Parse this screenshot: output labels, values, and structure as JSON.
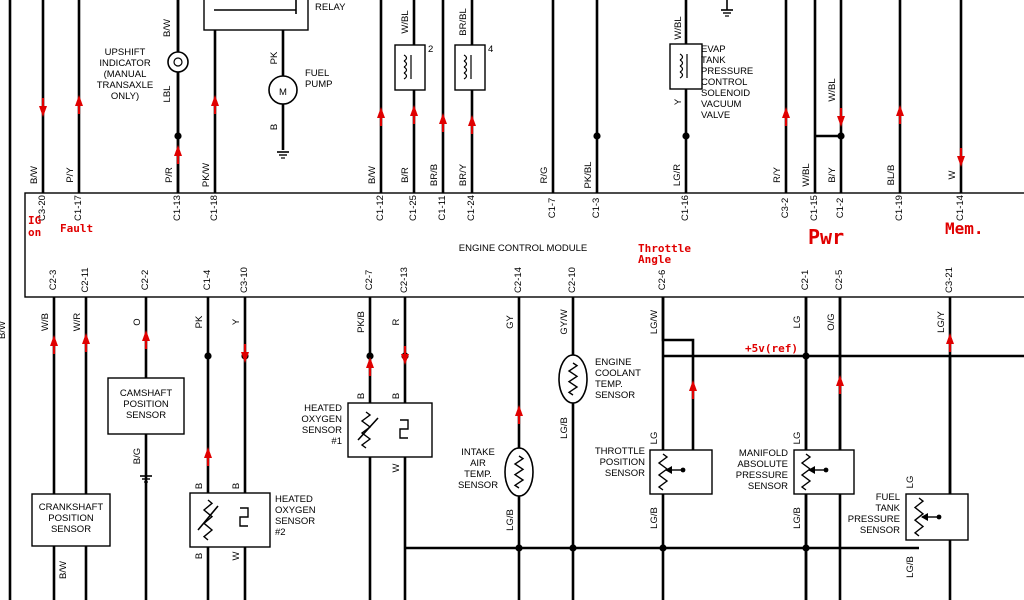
{
  "ecm": {
    "label": "ENGINE CONTROL MODULE"
  },
  "annotations": {
    "ig_on_1": "IG",
    "ig_on_2": "on",
    "fault": "Fault",
    "throttle_1": "Throttle",
    "throttle_2": "Angle",
    "pwr": "Pwr",
    "mem": "Mem.",
    "ref": "+5v(ref)"
  },
  "colors": {
    "annotation": "#e00000",
    "wire": "#000000"
  },
  "top_wires": [
    {
      "pin": "C3-20",
      "color": "B/W"
    },
    {
      "pin": "C1-17",
      "color": "P/Y"
    },
    {
      "pin": "C1-13",
      "color": "P/R"
    },
    {
      "pin": "C1-18",
      "color": "PK/W"
    },
    {
      "pin": "C1-12",
      "color": "B/W"
    },
    {
      "pin": "C1-25",
      "color": "B/R"
    },
    {
      "pin": "C1-11",
      "color": "BR/B"
    },
    {
      "pin": "C1-24",
      "color": "BR/Y"
    },
    {
      "pin": "C1-7",
      "color": "R/G"
    },
    {
      "pin": "C1-3",
      "color": "PK/BL"
    },
    {
      "pin": "C1-16",
      "color": "LG/R"
    },
    {
      "pin": "C3-2",
      "color": "R/Y"
    },
    {
      "pin": "C1-15",
      "color": "W/BL"
    },
    {
      "pin": "C1-2",
      "color": "B/Y"
    },
    {
      "pin": "C1-19",
      "color": "BL/B"
    },
    {
      "pin": "C1-14",
      "color": "W"
    }
  ],
  "bottom_wires": [
    {
      "pin": "C2-3",
      "color": "W/B"
    },
    {
      "pin": "C2-11",
      "color": "W/R"
    },
    {
      "pin": "C2-2",
      "color": "O"
    },
    {
      "pin": "C1-4",
      "color": "PK"
    },
    {
      "pin": "C3-10",
      "color": "Y"
    },
    {
      "pin": "C2-7",
      "color": "PK/B"
    },
    {
      "pin": "C2-13",
      "color": "R"
    },
    {
      "pin": "C2-14",
      "color": "GY"
    },
    {
      "pin": "C2-10",
      "color": "GY/W"
    },
    {
      "pin": "C2-6",
      "color": "LG/W"
    },
    {
      "pin": "C2-1",
      "color": "LG"
    },
    {
      "pin": "C2-5",
      "color": "O/G"
    },
    {
      "pin": "C3-21",
      "color": "LG/Y"
    }
  ],
  "upper": {
    "relay": "RELAY",
    "upshift": [
      "UPSHIFT",
      "INDICATOR",
      "(MANUAL",
      "TRANSAXLE",
      "ONLY)"
    ],
    "upshift_top_wire": "B/W",
    "upshift_bottom_wire": "LBL",
    "fuel_pump": [
      "FUEL",
      "PUMP"
    ],
    "fuel_pump_motor": "M",
    "fuel_pump_top_wire": "PK",
    "fuel_pump_bottom_wire": "B",
    "injector2_num": "2",
    "injector4_num": "4",
    "injector_wire_a": "W/BL",
    "injector_wire_b": "BR/BL",
    "evap": [
      "EVAP",
      "TANK",
      "PRESSURE",
      "CONTROL",
      "SOLENOID",
      "VACUUM",
      "VALVE"
    ],
    "evap_top_wire": "W/BL",
    "evap_bottom_wire": "Y",
    "right_wire": "W/BL"
  },
  "lower": {
    "far_left_wire": "B/W",
    "camshaft": [
      "CAMSHAFT",
      "POSITION",
      "SENSOR"
    ],
    "camshaft_ground_wire": "B/G",
    "crankshaft": [
      "CRANKSHAFT",
      "POSITION",
      "SENSOR"
    ],
    "crankshaft_wire": "B/W",
    "ho2s1": [
      "HEATED",
      "OXYGEN",
      "SENSOR",
      "#1"
    ],
    "ho2s1_b": "B",
    "ho2s1_b2": "B",
    "ho2s1_w": "W",
    "ho2s2": [
      "HEATED",
      "OXYGEN",
      "SENSOR",
      "#2"
    ],
    "ho2s2_top_b": "B",
    "ho2s2_top_b2": "B",
    "ho2s2_bot_b": "B",
    "ho2s2_bot_w": "W",
    "iat": [
      "INTAKE",
      "AIR",
      "TEMP.",
      "SENSOR"
    ],
    "iat_wire": "LG/B",
    "ect": [
      "ENGINE",
      "COOLANT",
      "TEMP.",
      "SENSOR"
    ],
    "ect_wire": "LG/B",
    "tps": [
      "THROTTLE",
      "POSITION",
      "SENSOR"
    ],
    "tps_top": "LG",
    "tps_bot": "LG/B",
    "map": [
      "MANIFOLD",
      "ABSOLUTE",
      "PRESSURE",
      "SENSOR"
    ],
    "map_top": "LG",
    "map_bot": "LG/B",
    "ftp": [
      "FUEL",
      "TANK",
      "PRESSURE",
      "SENSOR"
    ],
    "ftp_top": "LG",
    "ftp_bot": "LG/B"
  }
}
